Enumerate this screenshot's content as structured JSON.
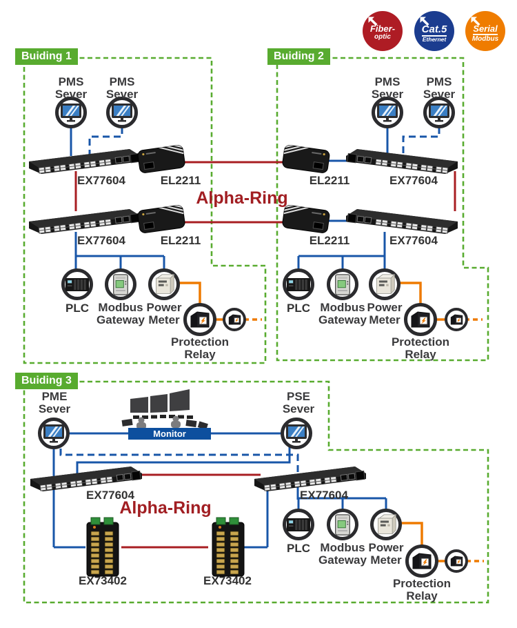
{
  "badges": [
    {
      "name": "fiber-optic",
      "line1": "Fiber-",
      "line2": "optic",
      "color": "#ae1c24"
    },
    {
      "name": "cat5-ethernet",
      "line1": "Cat.5",
      "line2": "Ethernet",
      "color": "#1b3c8f"
    },
    {
      "name": "serial-modbus",
      "line1": "Serial",
      "line2": "Modbus",
      "color": "#ef7c00"
    }
  ],
  "ring": {
    "top_label": "Alpha-Ring",
    "bottom_label": "Alpha-Ring"
  },
  "building1": {
    "label": "Buiding 1",
    "server1": {
      "line1": "PMS",
      "line2": "Sever"
    },
    "server2": {
      "line1": "PMS",
      "line2": "Sever"
    },
    "switch_top": "EX77604",
    "switch_bottom": "EX77604",
    "converter_top": "EL2211",
    "converter_bottom": "EL2211",
    "plc": "PLC",
    "modbus": {
      "line1": "Modbus",
      "line2": "Gateway"
    },
    "power": {
      "line1": "Power",
      "line2": "Meter"
    },
    "protection": {
      "line1": "Protection",
      "line2": "Relay"
    }
  },
  "building2": {
    "label": "Buiding 2",
    "server1": {
      "line1": "PMS",
      "line2": "Sever"
    },
    "server2": {
      "line1": "PMS",
      "line2": "Sever"
    },
    "switch_top": "EX77604",
    "switch_bottom": "EX77604",
    "converter_top": "EL2211",
    "converter_bottom": "EL2211",
    "plc": "PLC",
    "modbus": {
      "line1": "Modbus",
      "line2": "Gateway"
    },
    "power": {
      "line1": "Power",
      "line2": "Meter"
    },
    "protection": {
      "line1": "Protection",
      "line2": "Relay"
    }
  },
  "building3": {
    "label": "Buiding 3",
    "server1": {
      "line1": "PME",
      "line2": "Sever"
    },
    "server2": {
      "line1": "PSE",
      "line2": "Sever"
    },
    "monitor_label": "Monitor",
    "switch_left": "EX77604",
    "switch_right": "EX77604",
    "din_left": "EX73402",
    "din_right": "EX73402",
    "plc": "PLC",
    "modbus": {
      "line1": "Modbus",
      "line2": "Gateway"
    },
    "power": {
      "line1": "Power",
      "line2": "Meter"
    },
    "protection": {
      "line1": "Protection",
      "line2": "Relay"
    }
  },
  "colors": {
    "ethernet_blue": "#1856a8",
    "fiber_red": "#a81e22",
    "serial_orange": "#ee7a00",
    "building_green": "#58ab2f",
    "ring_text_red": "#a11e22",
    "monitor_bar_blue": "#0d4f9e"
  }
}
